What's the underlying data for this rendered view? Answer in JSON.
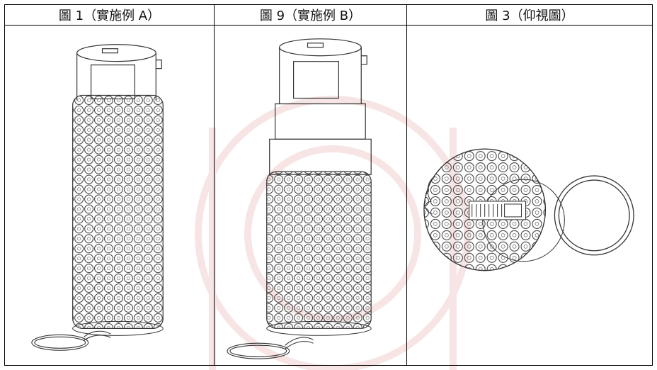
{
  "headers": [
    {
      "label": "圖 1（實施例 A）"
    },
    {
      "label": "圖 9（實施例 B）"
    },
    {
      "label": "圖 3（仰視圖）"
    }
  ],
  "figures": [
    {
      "depicts": "bottle-with-bead-cover-full"
    },
    {
      "depicts": "bottle-with-bead-cover-lower"
    },
    {
      "depicts": "bottom-view-round-cover-with-ring"
    }
  ],
  "colors": {
    "line": "#333333",
    "border": "#000000",
    "watermark": "#e7b7b7"
  }
}
